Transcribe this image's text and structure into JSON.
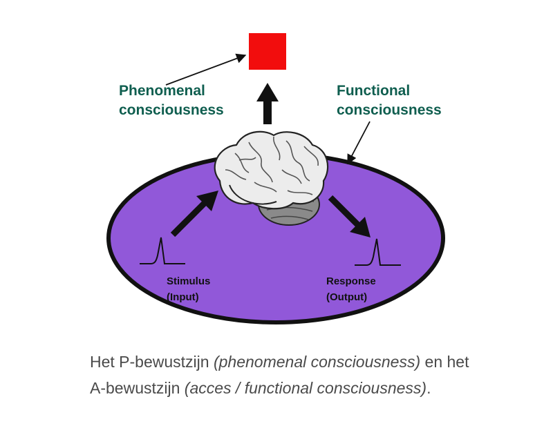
{
  "diagram": {
    "labels": {
      "phenomenal_line1": "Phenomenal",
      "phenomenal_line2": "consciousness",
      "functional_line1": "Functional",
      "functional_line2": "consciousness",
      "stimulus_line1": "Stimulus",
      "stimulus_line2": "(Input)",
      "response_line1": "Response",
      "response_line2": "(Output)"
    },
    "colors": {
      "ellipse_fill": "#9158d9",
      "red_square": "#f20d0d",
      "label_green": "#0f5e4f"
    },
    "icons": [
      "brain-icon",
      "red-square",
      "stimulus-spike",
      "response-spike"
    ]
  },
  "caption": {
    "part1": "Het P-bewustzijn ",
    "part2_italic": "(phenomenal consciousness)",
    "part3": " en het A-bewustzijn ",
    "part4_italic": "(acces / functional consciousness)",
    "part5": "."
  }
}
